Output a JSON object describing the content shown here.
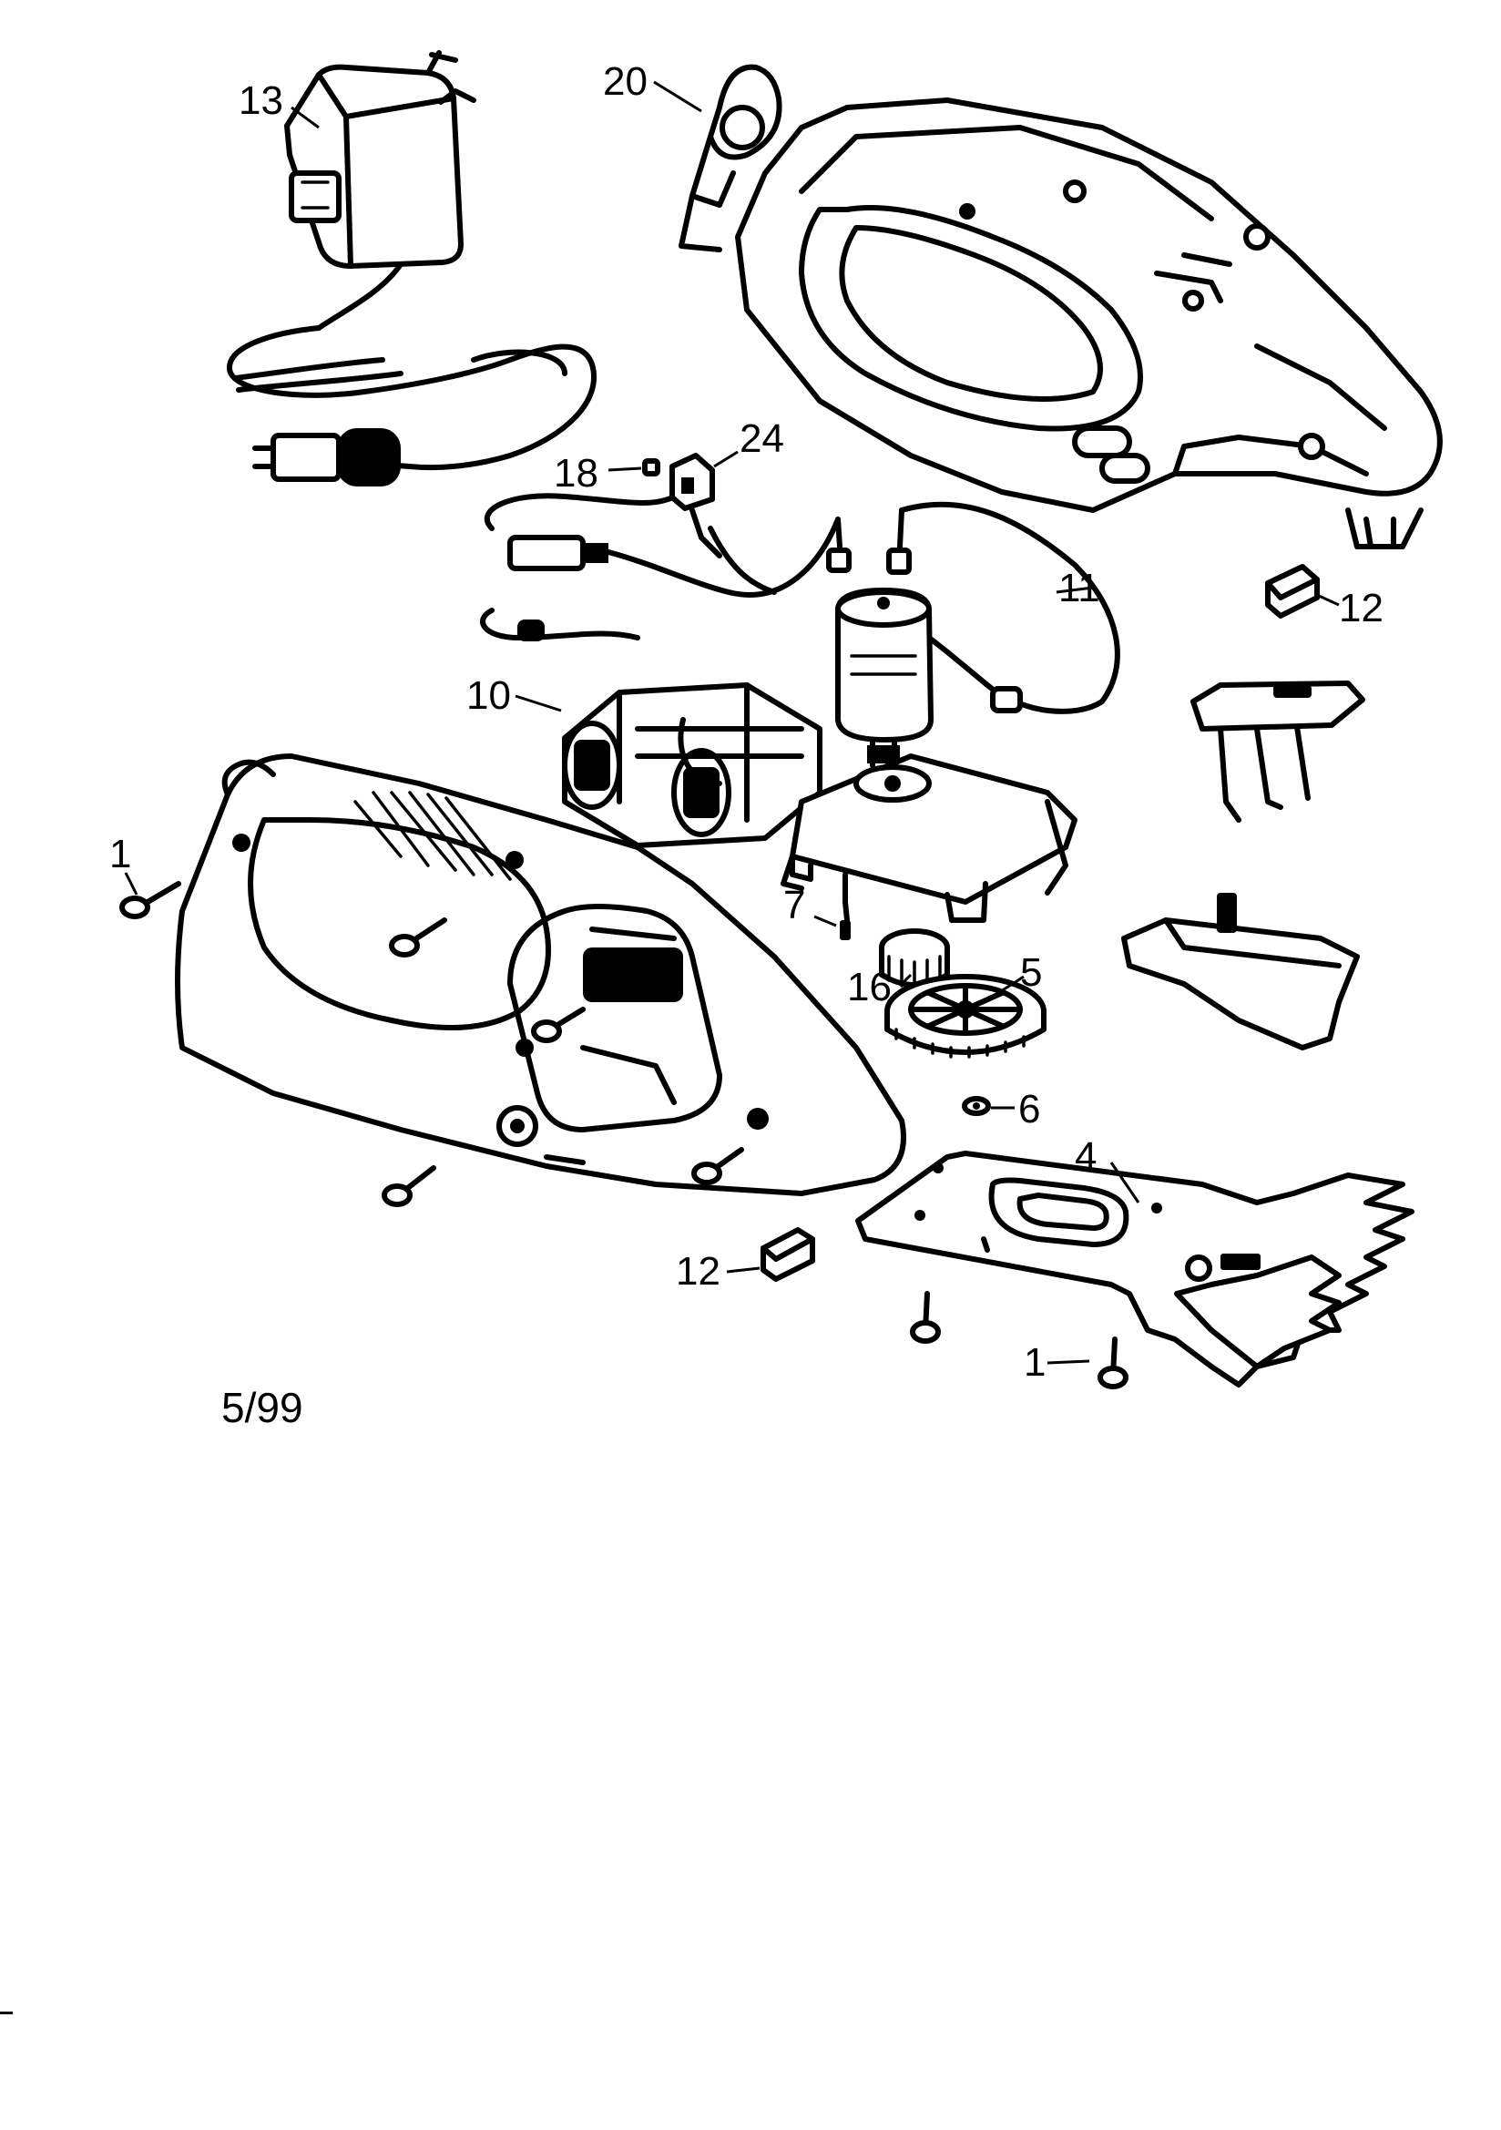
{
  "callouts": {
    "c1a": "1",
    "c1b": "1",
    "c4": "4",
    "c5": "5",
    "c6": "6",
    "c7": "7",
    "c10": "10",
    "c11": "11",
    "c12a": "12",
    "c12b": "12",
    "c13": "13",
    "c16": "16",
    "c18": "18",
    "c20": "20",
    "c24": "24"
  },
  "footer": {
    "date": "5/99"
  }
}
